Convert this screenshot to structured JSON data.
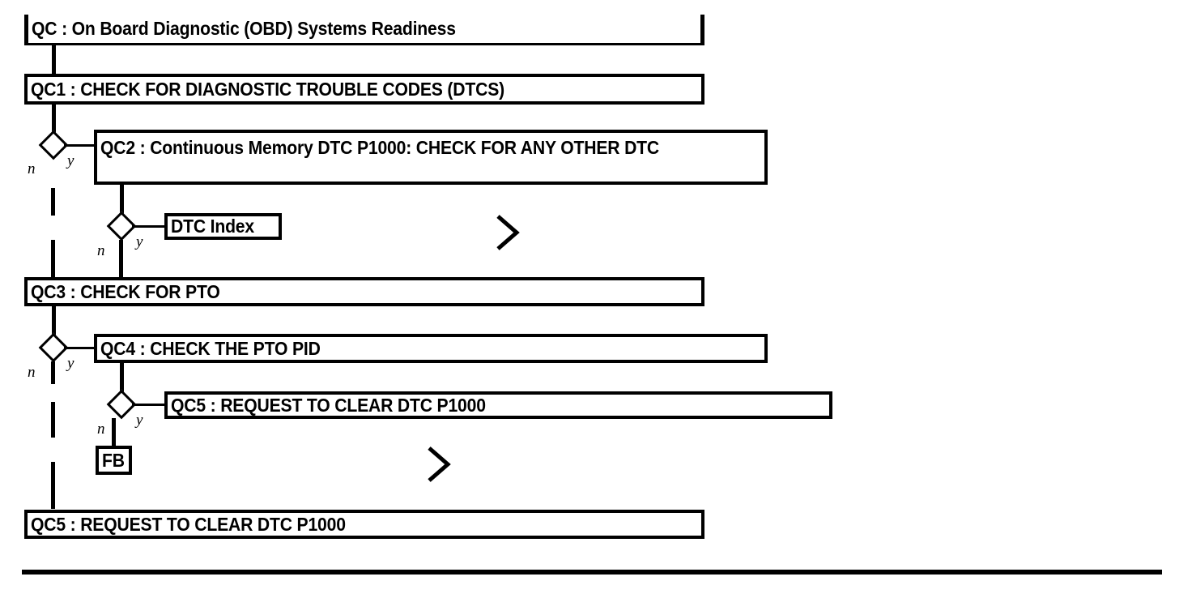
{
  "diagram": {
    "title": "QC : On Board Diagnostic (OBD) Systems Readiness",
    "type": "flowchart",
    "nodes": [
      {
        "id": "QC",
        "label": "QC : On Board Diagnostic (OBD) Systems Readiness"
      },
      {
        "id": "QC1",
        "label": "QC1 : CHECK FOR DIAGNOSTIC TROUBLE CODES (DTCS)"
      },
      {
        "id": "QC2",
        "label": "QC2 : Continuous Memory DTC P1000: CHECK FOR ANY OTHER DTC"
      },
      {
        "id": "DTC",
        "label": "DTC Index"
      },
      {
        "id": "QC3",
        "label": "QC3 : CHECK FOR PTO"
      },
      {
        "id": "QC4",
        "label": "QC4 : CHECK THE PTO PID"
      },
      {
        "id": "QC5a",
        "label": "QC5 : REQUEST TO CLEAR DTC P1000"
      },
      {
        "id": "FB",
        "label": "FB"
      },
      {
        "id": "QC5b",
        "label": "QC5 : REQUEST TO CLEAR DTC P1000"
      }
    ],
    "branch_labels": {
      "no": "n",
      "yes": "y"
    },
    "decisions": [
      {
        "id": "d1",
        "no": "n",
        "yes": "y"
      },
      {
        "id": "d2",
        "no": "n",
        "yes": "y"
      },
      {
        "id": "d3",
        "no": "n",
        "yes": "y"
      },
      {
        "id": "d4",
        "no": "n",
        "yes": "y"
      }
    ],
    "colors": {
      "stroke": "#000000",
      "fill": "#ffffff",
      "text": "#000000"
    }
  }
}
